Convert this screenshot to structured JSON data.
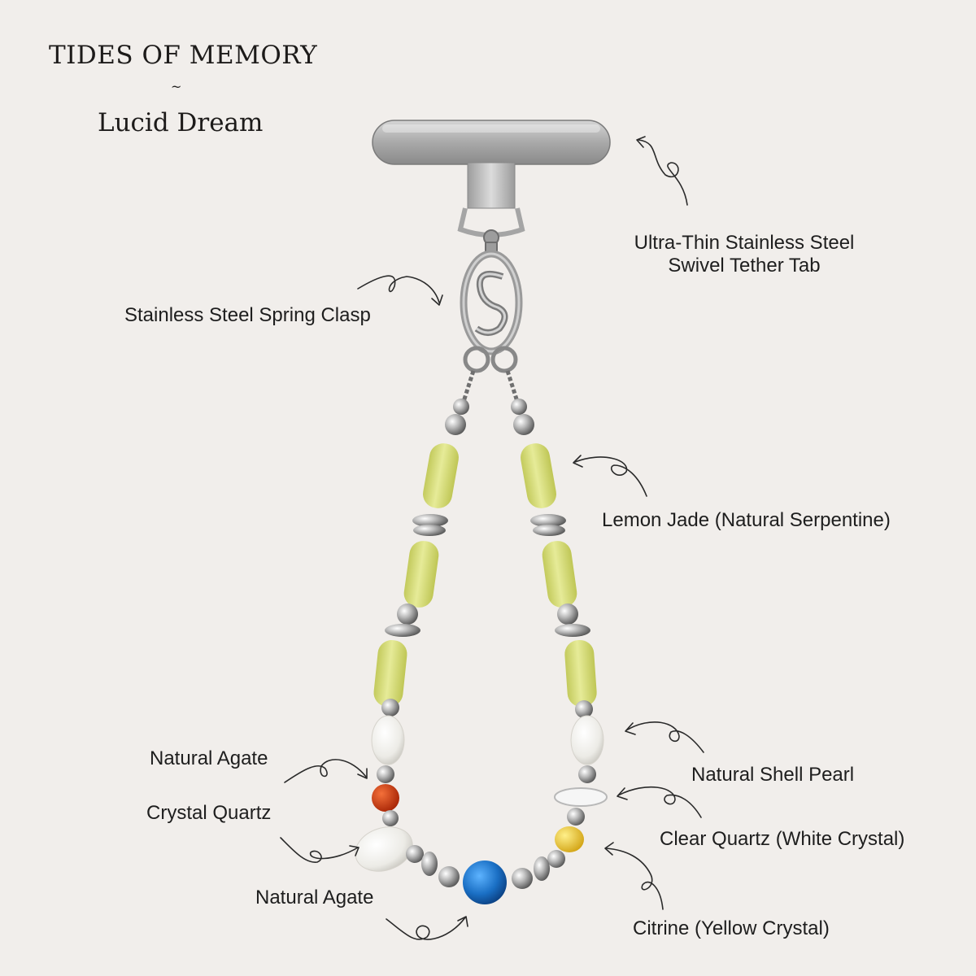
{
  "header": {
    "brand": "TIDES OF MEMORY",
    "separator": "~",
    "product": "Lucid Dream"
  },
  "labels": {
    "tether_tab_line1": "Ultra-Thin Stainless Steel",
    "tether_tab_line2": "Swivel Tether Tab",
    "spring_clasp": "Stainless Steel Spring Clasp",
    "lemon_jade": "Lemon Jade (Natural Serpentine)",
    "natural_agate_top": "Natural Agate",
    "crystal_quartz": "Crystal Quartz",
    "natural_agate_bottom": "Natural Agate",
    "shell_pearl": "Natural Shell Pearl",
    "clear_quartz": "Clear Quartz (White Crystal)",
    "citrine": "Citrine (Yellow Crystal)"
  },
  "colors": {
    "background": "#f1eeeb",
    "text": "#1e1e1e",
    "steel": "#b9b9b9",
    "lemon_jade": "#d9e07a",
    "agate_red": "#c93a12",
    "pearl": "#f3f1ec",
    "agate_blue": "#1a6fc4",
    "citrine": "#e8c42a"
  },
  "icons": [
    "curly-arrow-icon"
  ]
}
